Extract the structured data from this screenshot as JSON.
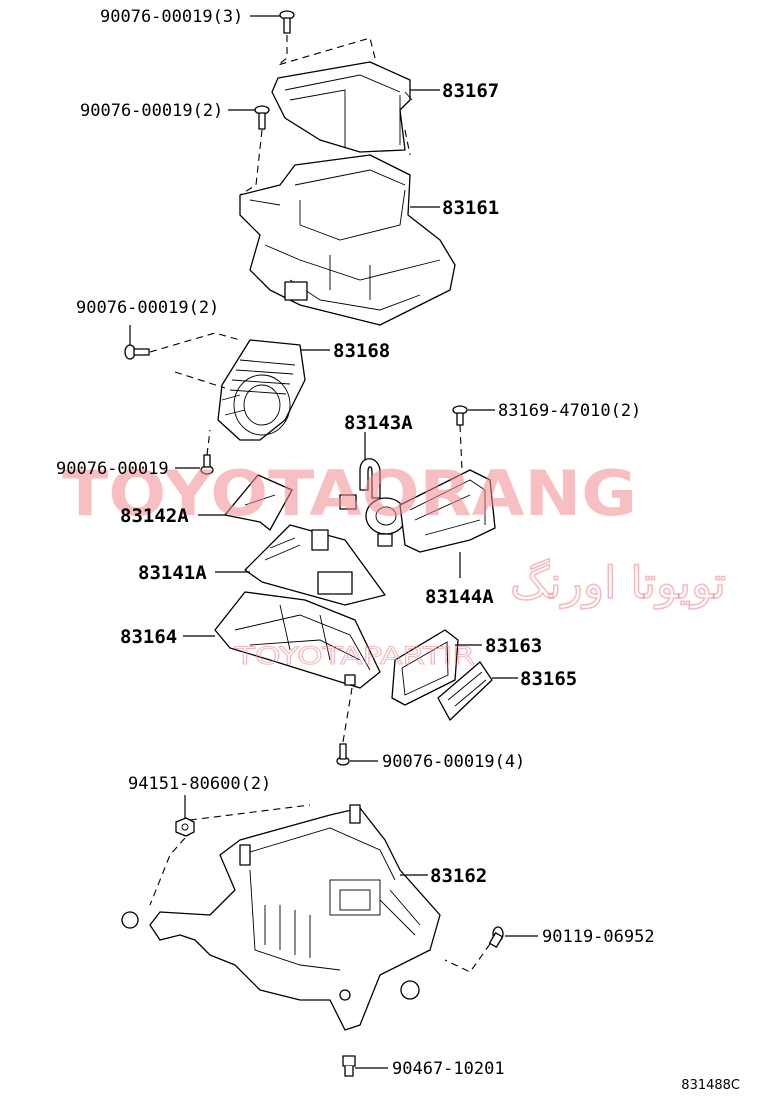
{
  "labels": {
    "screw_top_3": "90076-00019(3)",
    "screw_top_2": "90076-00019(2)",
    "p83167": "83167",
    "p83161": "83161",
    "screw_mid_2": "90076-00019(2)",
    "p83168": "83168",
    "p83143a": "83143A",
    "screw_47010": "83169-47010(2)",
    "screw_single": "90076-00019",
    "p83142a": "83142A",
    "p83141a": "83141A",
    "p83144a": "83144A",
    "p83164": "83164",
    "p83163": "83163",
    "p83165": "83165",
    "screw_4": "90076-00019(4)",
    "nut_94151": "94151-80600(2)",
    "p83162": "83162",
    "screw_90119": "90119-06952",
    "clip_90467": "90467-10201"
  },
  "watermark": {
    "main": "TOYOTAORANG",
    "arabic": "تويوتا اورنگ",
    "sub": "TOYOTAPARTIR"
  },
  "diagram_code": "831488C",
  "colors": {
    "watermark": "#f28b91",
    "line": "#000000"
  }
}
